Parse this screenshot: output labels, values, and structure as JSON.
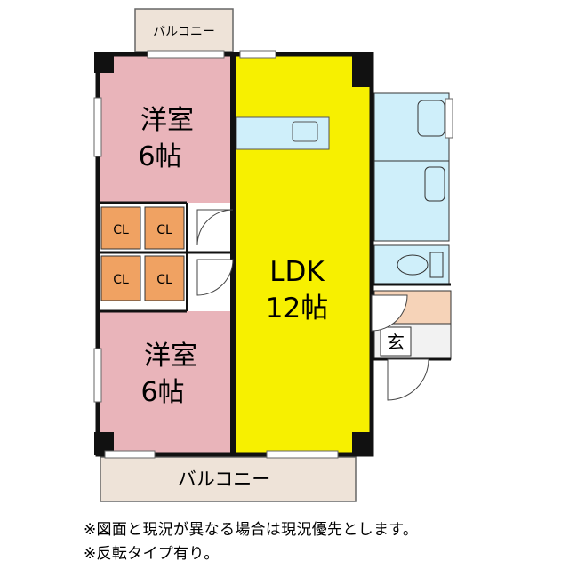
{
  "rooms": {
    "balcony_top": "バルコニー",
    "western_room_1_name": "洋室",
    "western_room_1_size": "6帖",
    "western_room_2_name": "洋室",
    "western_room_2_size": "6帖",
    "ldk_name": "LDK",
    "ldk_size": "12帖",
    "closets": [
      "CL",
      "CL",
      "CL",
      "CL"
    ],
    "entrance": "玄",
    "balcony_bottom": "バルコニー"
  },
  "colors": {
    "western_room": "#e9b4ba",
    "ldk": "#f7f000",
    "closet": "#f0a262",
    "wet_area": "#cfeffa",
    "entrance_hall": "#f6d3b8",
    "balcony": "#eee3d8",
    "wall": "#111111"
  },
  "notes": {
    "line1": "※図面と現況が異なる場合は現況優先とします。",
    "line2": "※反転タイプ有り。"
  }
}
